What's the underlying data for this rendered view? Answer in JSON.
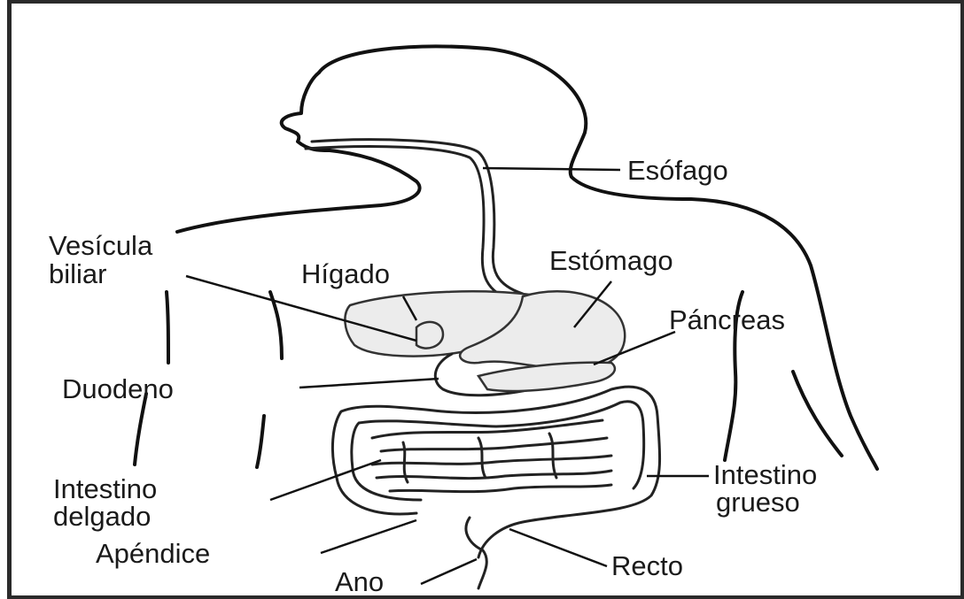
{
  "labels": {
    "esofago": "Esófago",
    "vesicula_1": "Vesícula",
    "vesicula_2": "biliar",
    "higado": "Hígado",
    "estomago": "Estómago",
    "pancreas": "Páncreas",
    "duodeno": "Duodeno",
    "intestino_delgado_1": "Intestino",
    "intestino_delgado_2": "delgado",
    "intestino_grueso_1": "Intestino",
    "intestino_grueso_2": "grueso",
    "apendice": "Apéndice",
    "ano": "Ano",
    "recto": "Recto"
  }
}
